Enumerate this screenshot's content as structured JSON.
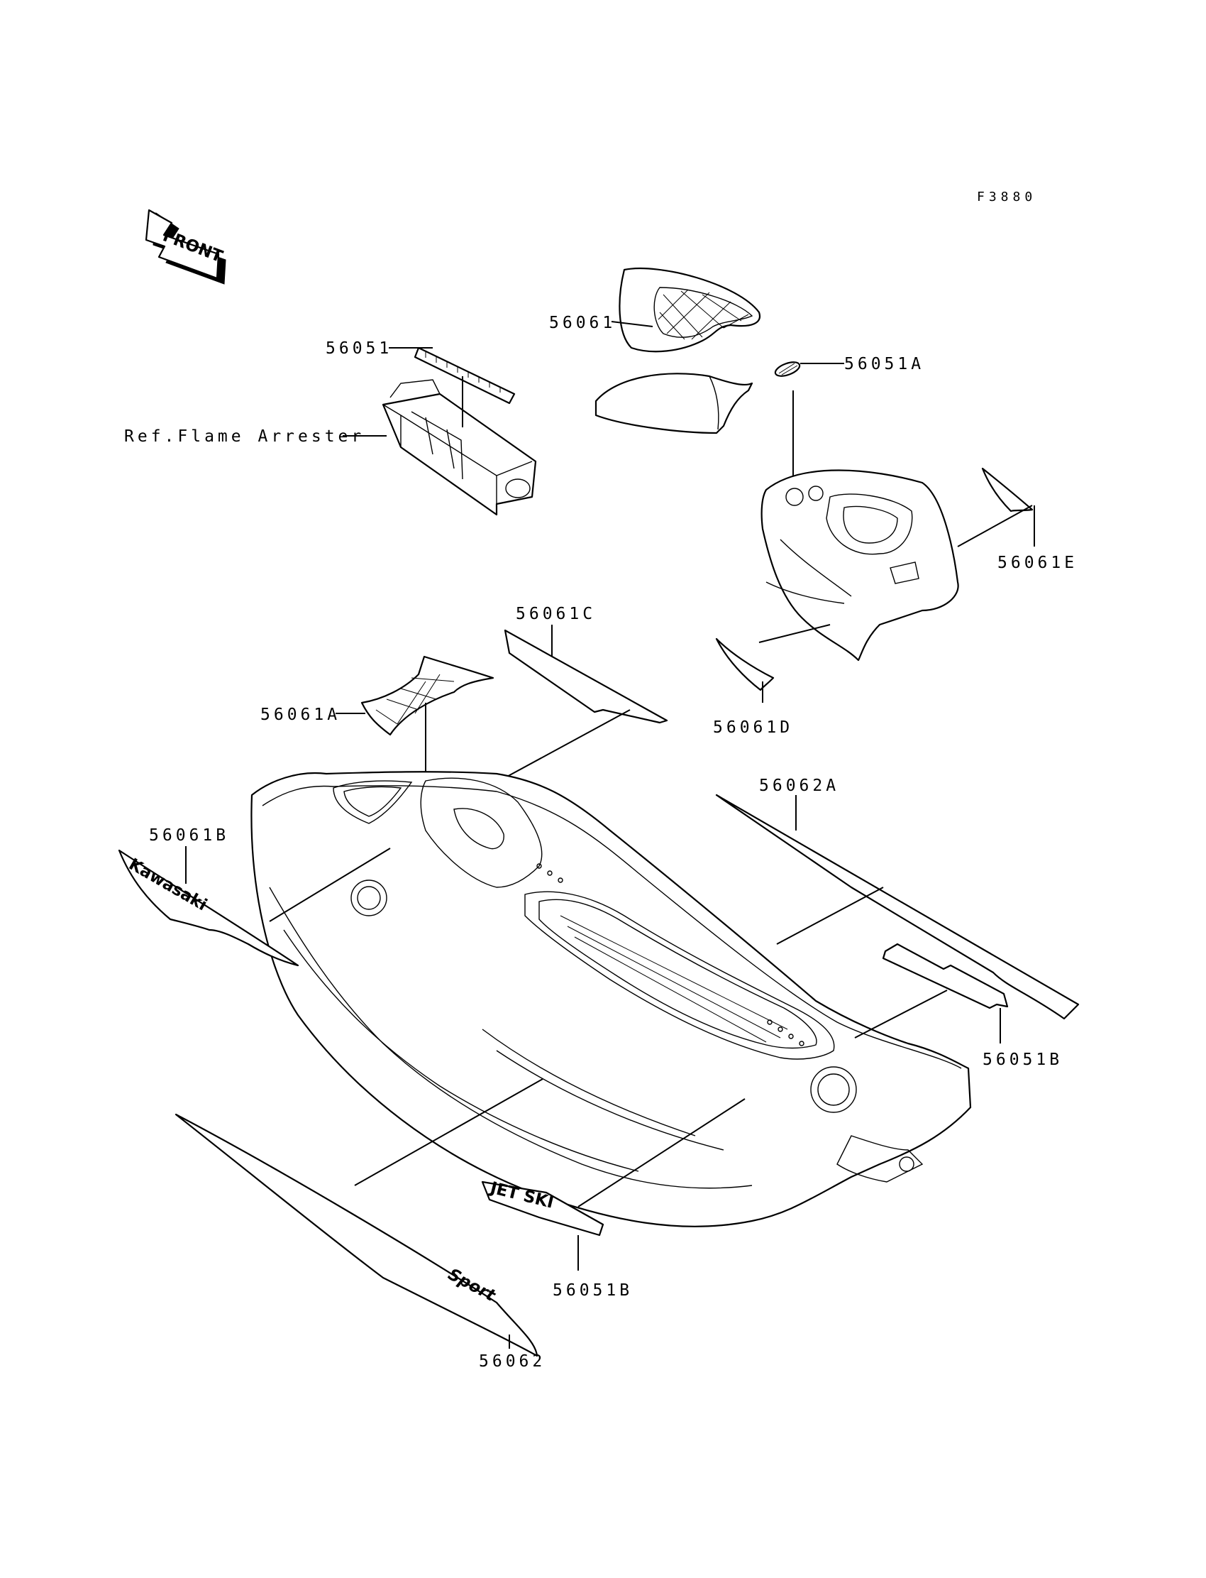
{
  "figure_code": "F3880",
  "front_label": "FRONT",
  "labels": {
    "p56061": "56061",
    "p56051A_top": "56051A",
    "p56051": "56051",
    "ref_flame": "Ref.Flame Arrester",
    "p56061E": "56061E",
    "p56061C": "56061C",
    "p56061A": "56061A",
    "p56061D": "56061D",
    "p56062A": "56062A",
    "p56061B": "56061B",
    "p56051B_right": "56051B",
    "p56051B_bottom": "56051B",
    "p56062": "56062"
  },
  "decals": {
    "kawasaki": "Kawasaki",
    "jetski": "JET SKI",
    "sport": "Sport"
  }
}
